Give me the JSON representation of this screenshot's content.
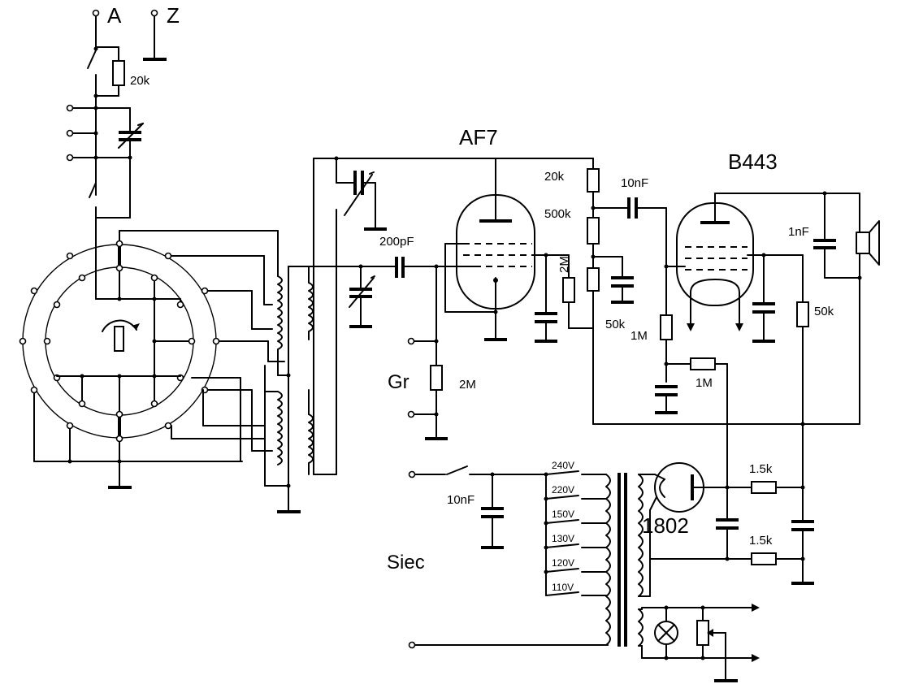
{
  "terminals": {
    "antenna": "A",
    "ground": "Z",
    "pickup": "Gr",
    "mains": "Siec"
  },
  "tubes": {
    "detector": "AF7",
    "output": "B443",
    "rectifier": "1802"
  },
  "components": {
    "r_antenna": "20k",
    "r_plate1": "20k",
    "r_plate2": "500k",
    "c_coupling": "10nF",
    "c_grid": "200pF",
    "r_screen": "2M",
    "r_pickup": "2M",
    "r_decoupling": "50k",
    "r_bias1": "1M",
    "r_bias2": "1M",
    "c_speaker": "1nF",
    "r_out": "50k",
    "c_mains": "10nF",
    "r_filter1": "1.5k",
    "r_filter2": "1.5k"
  },
  "voltage_taps": [
    "240V",
    "220V",
    "150V",
    "130V",
    "120V",
    "110V"
  ]
}
